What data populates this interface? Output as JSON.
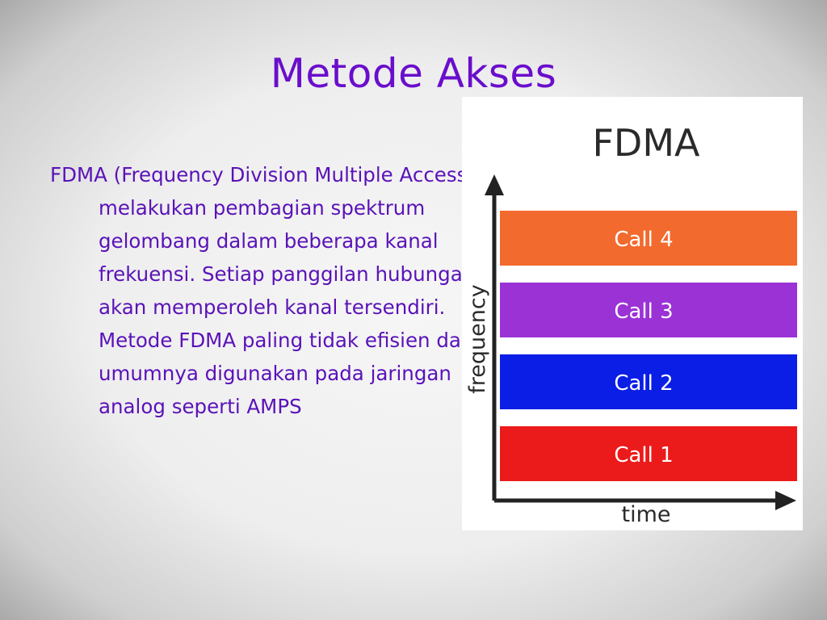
{
  "slide": {
    "title": "Metode Akses",
    "body": "FDMA (Frequency Division Multiple Access) melakukan pembagian spektrum gelombang dalam beberapa kanal frekuensi. Setiap panggilan hubungan akan memperoleh kanal tersendiri. Metode FDMA paling tidak efisien dan umumnya digunakan pada jaringan analog seperti AMPS"
  },
  "figure": {
    "heading": "FDMA",
    "y_axis_label": "frequency",
    "x_axis_label": "time",
    "bands": [
      {
        "label": "Call 4",
        "color": "#f26a2e"
      },
      {
        "label": "Call 3",
        "color": "#9b32d6"
      },
      {
        "label": "Call 2",
        "color": "#0a1ee6"
      },
      {
        "label": "Call 1",
        "color": "#ec1b1b"
      }
    ]
  },
  "colors": {
    "title": "#6a0dcc",
    "body_text": "#5a12b8",
    "axis": "#222222"
  }
}
